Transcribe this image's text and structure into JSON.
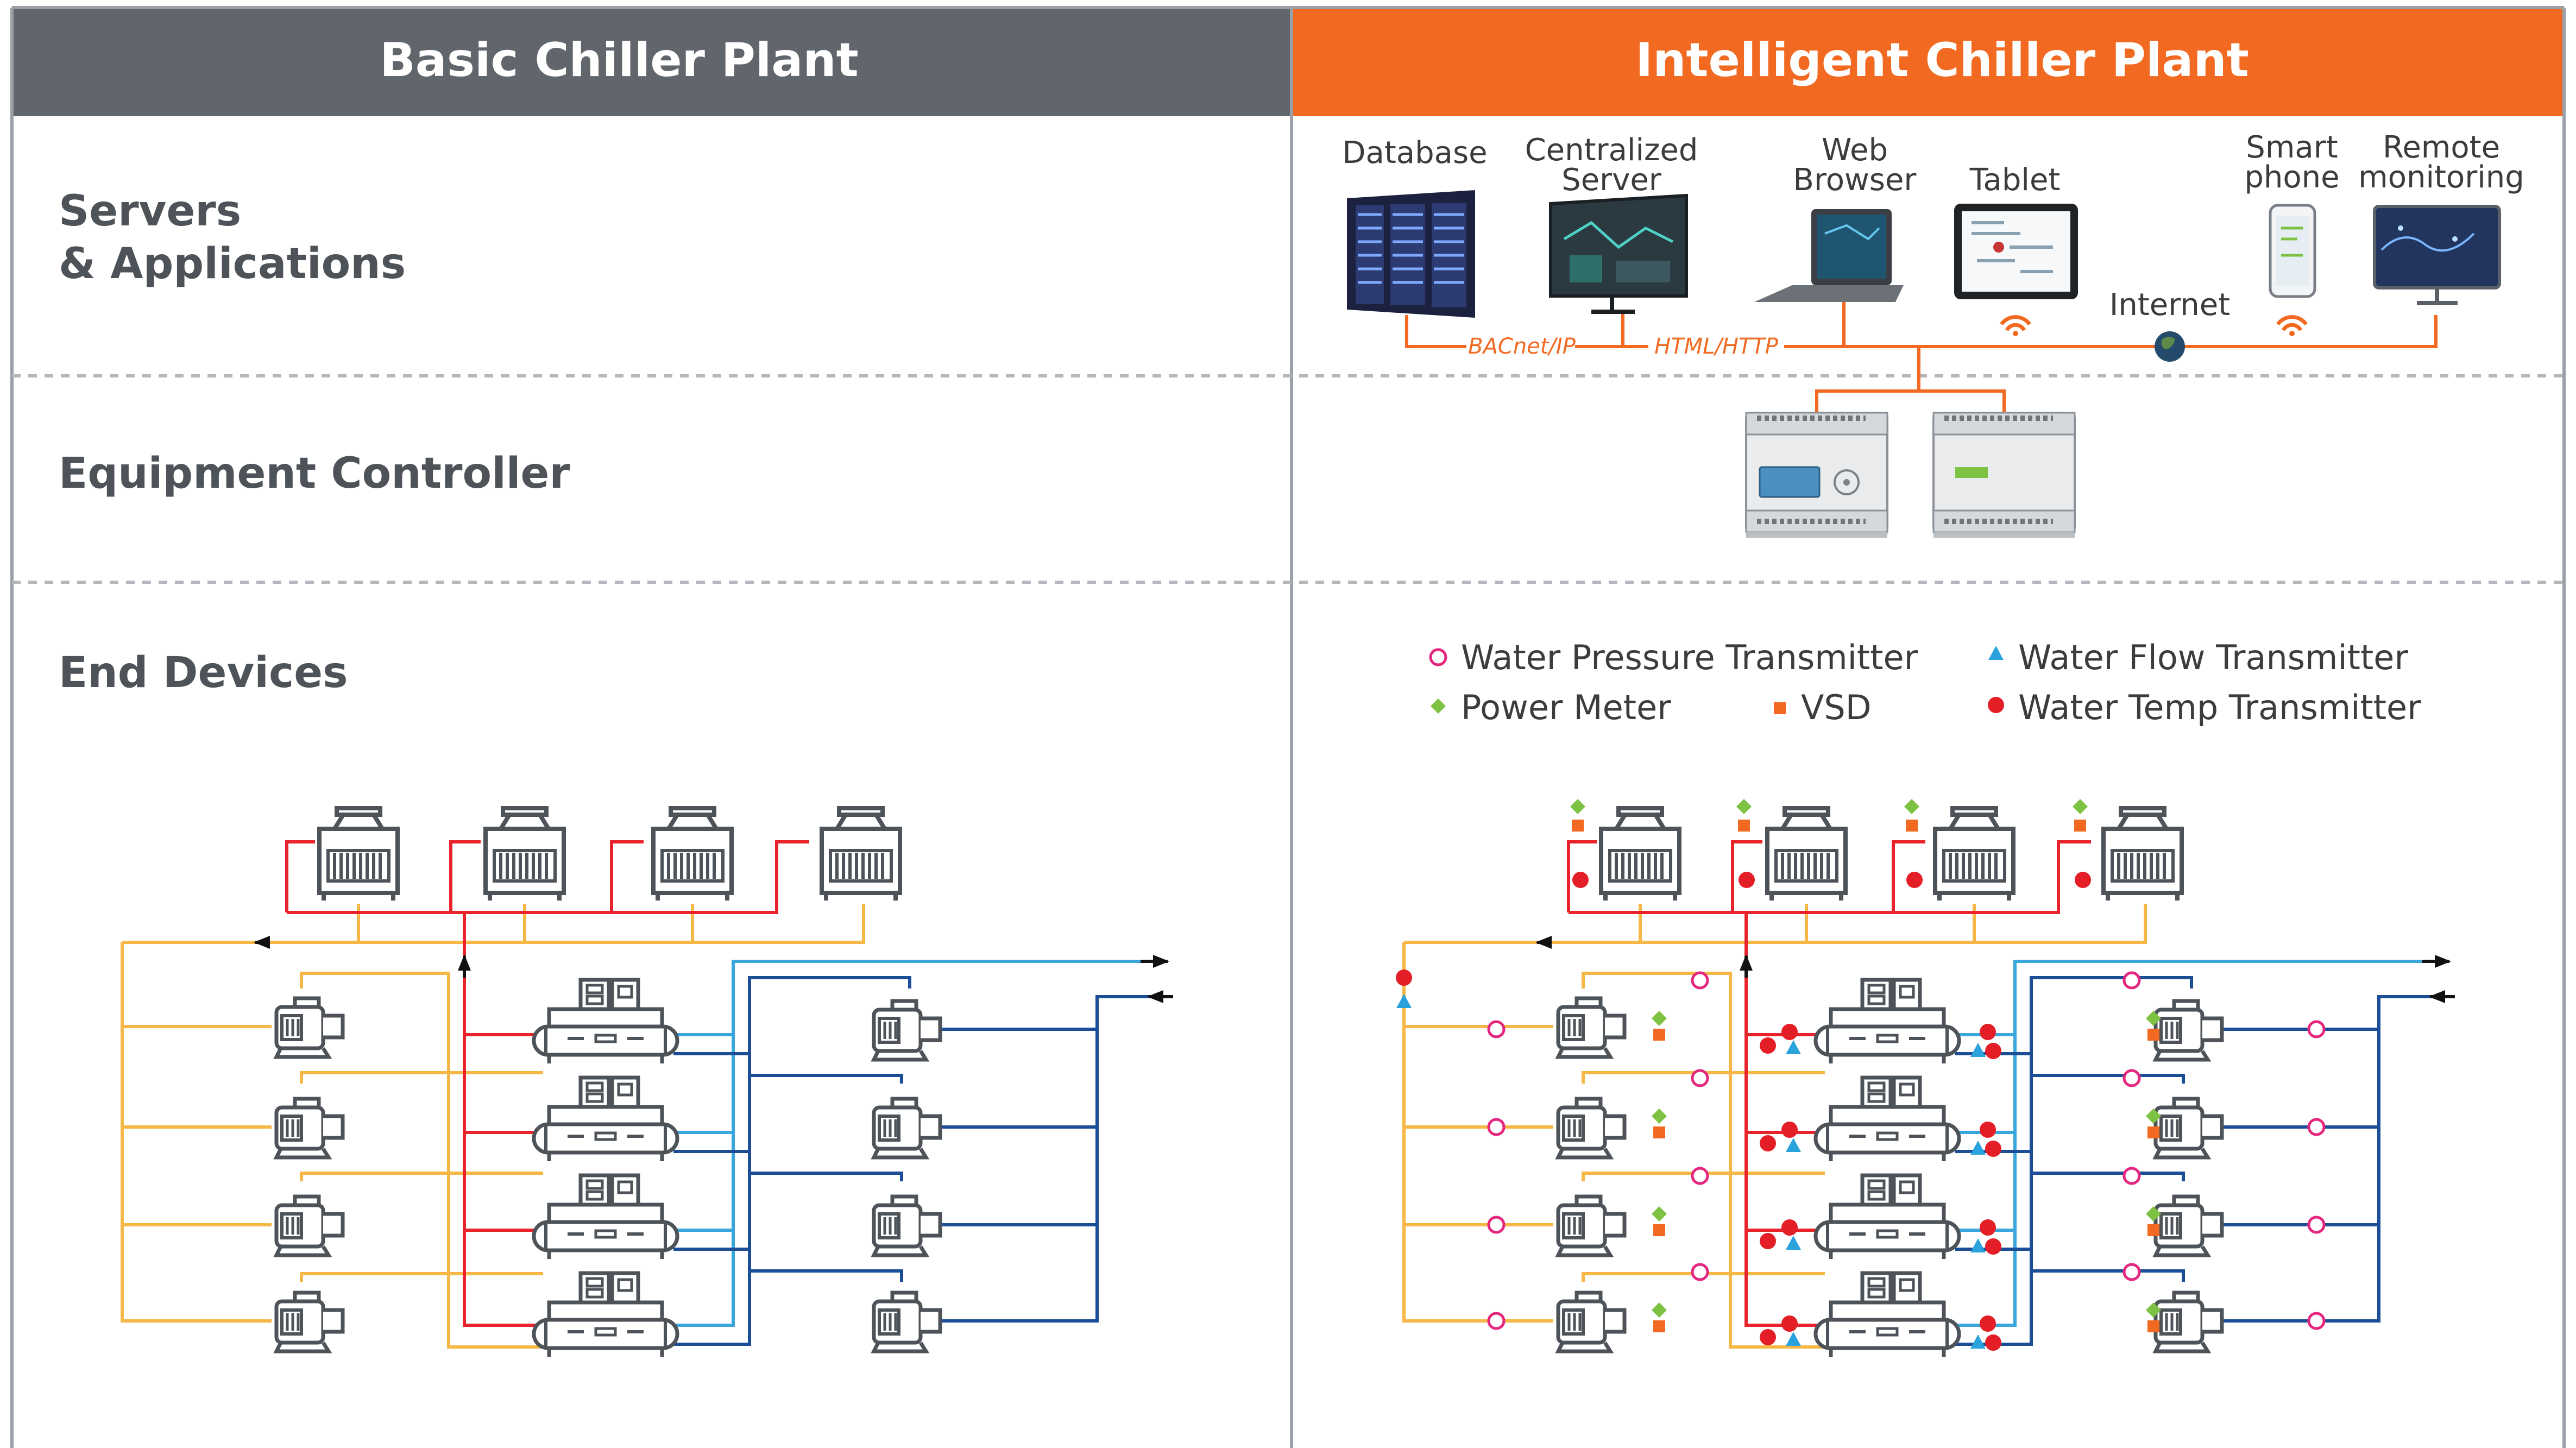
{
  "headers": {
    "basic": "Basic Chiller Plant",
    "intelligent": "Intelligent Chiller Plant"
  },
  "rows": {
    "servers_line1": "Servers",
    "servers_line2": "& Applications",
    "controller": "Equipment Controller",
    "end_devices": "End Devices"
  },
  "devices": {
    "database": "Database",
    "central_line1": "Centralized",
    "central_line2": "Server",
    "web_line1": "Web",
    "web_line2": "Browser",
    "tablet": "Tablet",
    "internet": "Internet",
    "smart_line1": "Smart",
    "smart_line2": "phone",
    "remote_line1": "Remote",
    "remote_line2": "monitoring"
  },
  "protocols": {
    "bacnet": "BACnet/IP",
    "http": "HTML/HTTP"
  },
  "legend": {
    "pressure": "Water Pressure Transmitter",
    "flow": "Water Flow Transmitter",
    "power": "Power Meter",
    "vsd": "VSD",
    "temp": "Water Temp Transmitter"
  },
  "colors": {
    "basic_header": "#61666d",
    "intelligent_header": "#f26a21",
    "red_pipe": "#e8232b",
    "yellow_pipe": "#f6b746",
    "light_blue_pipe": "#3aa7dc",
    "dark_blue_pipe": "#1b4e96",
    "network_line": "#f26a21",
    "sensor_pressure": "#e5267e",
    "sensor_flow": "#2aa3dc",
    "sensor_power": "#7dc242",
    "sensor_vsd": "#f26a21",
    "sensor_temp": "#e41e26"
  }
}
